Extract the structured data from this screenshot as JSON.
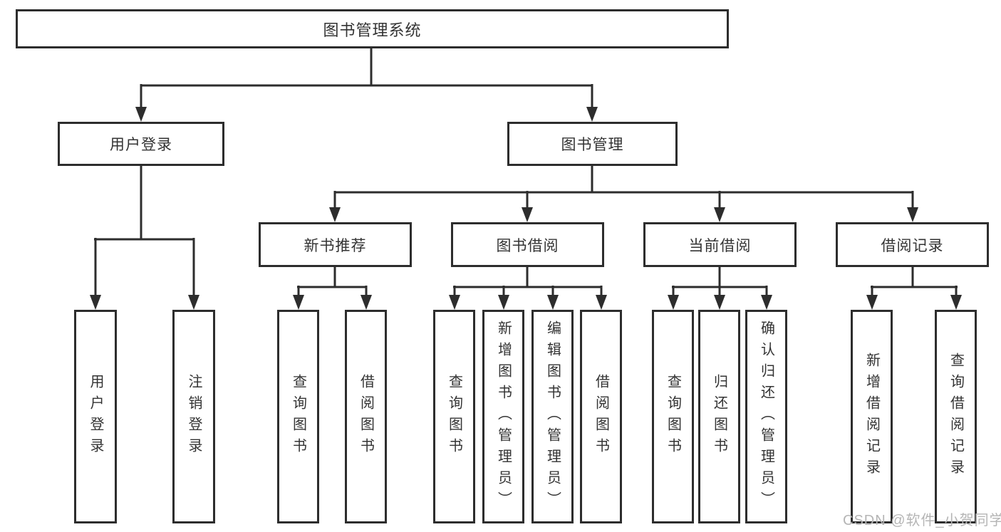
{
  "diagram": {
    "root_label": "图书管理系统",
    "branches": {
      "user_login": {
        "label": "用户登录",
        "children": [
          "用户登录",
          "注销登录"
        ]
      },
      "book_management": {
        "label": "图书管理",
        "groups": [
          {
            "label": "新书推荐",
            "children": [
              "查询图书",
              "借阅图书"
            ]
          },
          {
            "label": "图书借阅",
            "children": [
              "查询图书",
              "新增图书（管理员）",
              "编辑图书（管理员）",
              "借阅图书"
            ]
          },
          {
            "label": "当前借阅",
            "children": [
              "查询图书",
              "归还图书",
              "确认归还（管理员）"
            ]
          },
          {
            "label": "借阅记录",
            "children": [
              "新增借阅记录",
              "查询借阅记录"
            ]
          }
        ]
      }
    }
  },
  "watermark": {
    "text": "CSDN @软件_小贺同学"
  },
  "colors": {
    "line": "#2d2d2d",
    "box_border": "#2d2d2d",
    "text": "#333333",
    "watermark": "#b5b5b5",
    "background": "#ffffff"
  }
}
